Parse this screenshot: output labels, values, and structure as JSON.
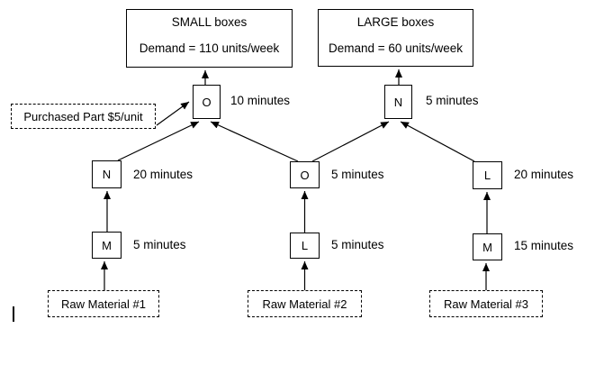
{
  "diagram": {
    "products": [
      {
        "title": "SMALL boxes",
        "demand": "Demand = 110 units/week"
      },
      {
        "title": "LARGE boxes",
        "demand": "Demand = 60 units/week"
      }
    ],
    "purchased_part": {
      "label": "Purchased Part $5/unit"
    },
    "stations": [
      {
        "letter": "O",
        "time": "10 minutes",
        "position": "top-left"
      },
      {
        "letter": "N",
        "time": "5 minutes",
        "position": "top-right"
      },
      {
        "letter": "N",
        "time": "20 minutes",
        "position": "middle-left"
      },
      {
        "letter": "O",
        "time": "5 minutes",
        "position": "middle-center"
      },
      {
        "letter": "L",
        "time": "20 minutes",
        "position": "middle-right"
      },
      {
        "letter": "M",
        "time": "5 minutes",
        "position": "bottom-left"
      },
      {
        "letter": "L",
        "time": "5 minutes",
        "position": "bottom-center"
      },
      {
        "letter": "M",
        "time": "15 minutes",
        "position": "bottom-right"
      }
    ],
    "raw_materials": [
      {
        "label": "Raw Material #1"
      },
      {
        "label": "Raw Material #2"
      },
      {
        "label": "Raw Material #3"
      }
    ],
    "flows": [
      {
        "from": "station-O-top-left",
        "to": "SMALL boxes"
      },
      {
        "from": "station-N-top-right",
        "to": "LARGE boxes"
      },
      {
        "from": "Purchased Part $5/unit",
        "to": "station-O-top-left"
      },
      {
        "from": "station-N-middle-left",
        "to": "station-O-top-left"
      },
      {
        "from": "station-O-middle-center",
        "to": "station-O-top-left"
      },
      {
        "from": "station-O-middle-center",
        "to": "station-N-top-right"
      },
      {
        "from": "station-L-middle-right",
        "to": "station-N-top-right"
      },
      {
        "from": "station-M-bottom-left",
        "to": "station-N-middle-left"
      },
      {
        "from": "station-L-bottom-center",
        "to": "station-O-middle-center"
      },
      {
        "from": "station-M-bottom-right",
        "to": "station-L-middle-right"
      },
      {
        "from": "Raw Material #1",
        "to": "station-M-bottom-left"
      },
      {
        "from": "Raw Material #2",
        "to": "station-L-bottom-center"
      },
      {
        "from": "Raw Material #3",
        "to": "station-M-bottom-right"
      }
    ],
    "colors": {
      "line": "#000000",
      "background": "#ffffff",
      "text": "#000000"
    }
  }
}
